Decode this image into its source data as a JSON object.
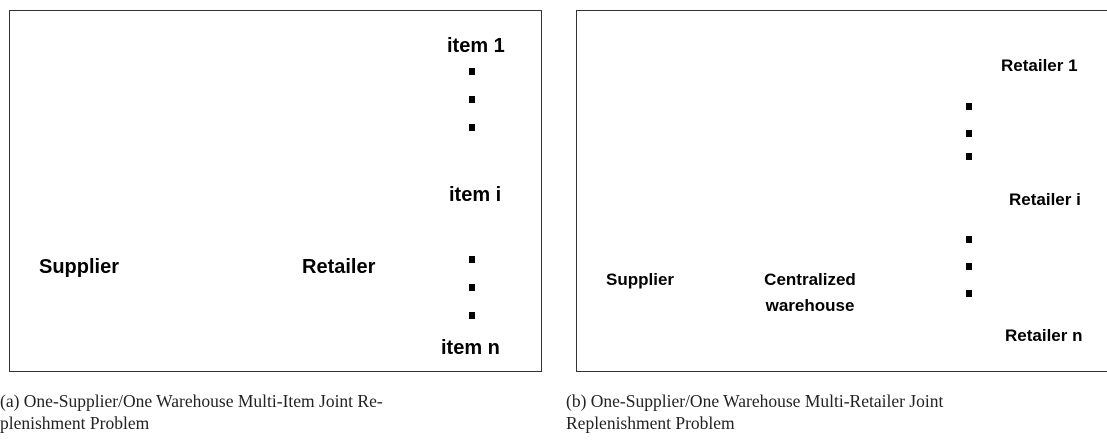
{
  "panel_a": {
    "supplier_label": "Supplier",
    "retailer_label": "Retailer",
    "item_1": "item 1",
    "item_i": "item i",
    "item_n": "item n",
    "caption_line1": "(a) One-Supplier/One Warehouse Multi-Item Joint Re-",
    "caption_line2": "plenishment Problem"
  },
  "panel_b": {
    "supplier_label": "Supplier",
    "warehouse_line1": "Centralized",
    "warehouse_line2": "warehouse",
    "retailer_1": "Retailer 1",
    "retailer_i": "Retailer i",
    "retailer_n": "Retailer n",
    "caption_line1": "(b) One-Supplier/One Warehouse Multi-Retailer Joint",
    "caption_line2": "Replenishment Problem"
  },
  "colors": {
    "arrow_fill": "#cce8ea",
    "warehouse_top": "#6cc3ae",
    "warehouse_side": "#2d8a78",
    "factory_red": "#c8323c",
    "chimney": "#8a6a20",
    "awning_red": "#e02020",
    "awning_yellow": "#f5d000"
  }
}
